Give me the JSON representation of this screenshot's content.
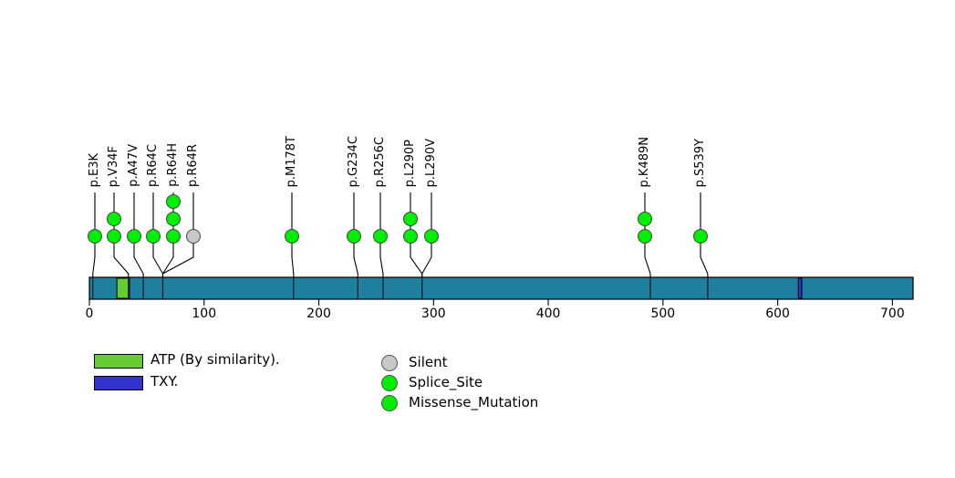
{
  "chart_data": {
    "type": "lollipop",
    "title": "",
    "xlabel": "",
    "ylabel": "",
    "xlim": [
      0,
      718
    ],
    "protein_length": 718,
    "axis_ticks": [
      0,
      100,
      200,
      300,
      400,
      500,
      600,
      700
    ],
    "grid": false,
    "protein_bar_color": "#1f7f9e",
    "domains": [
      {
        "name": "ATP",
        "legend": "ATP (By similarity).",
        "color": "#66cc33",
        "start": 24,
        "end": 35
      },
      {
        "name": "TXY",
        "legend": "TXY.",
        "color": "#3333cc",
        "start": 618,
        "end": 621
      }
    ],
    "mutations": [
      {
        "label": "p.E3K",
        "position": 3,
        "count": 1,
        "type": "Missense_Mutation",
        "color": "#00ee00"
      },
      {
        "label": "p.V34F",
        "position": 34,
        "count": 2,
        "type": "Missense_Mutation",
        "color": "#00ee00"
      },
      {
        "label": "p.A47V",
        "position": 47,
        "count": 1,
        "type": "Missense_Mutation",
        "color": "#00ee00"
      },
      {
        "label": "p.R64C",
        "position": 64,
        "count": 1,
        "type": "Missense_Mutation",
        "color": "#00ee00"
      },
      {
        "label": "p.R64H",
        "position": 64,
        "count": 3,
        "type": "Missense_Mutation",
        "color": "#00ee00"
      },
      {
        "label": "p.R64R",
        "position": 64,
        "count": 1,
        "type": "Silent",
        "color": "#c8c8c8"
      },
      {
        "label": "p.M178T",
        "position": 178,
        "count": 1,
        "type": "Missense_Mutation",
        "color": "#00ee00"
      },
      {
        "label": "p.G234C",
        "position": 234,
        "count": 1,
        "type": "Missense_Mutation",
        "color": "#00ee00"
      },
      {
        "label": "p.R256C",
        "position": 256,
        "count": 1,
        "type": "Missense_Mutation",
        "color": "#00ee00"
      },
      {
        "label": "p.L290P",
        "position": 290,
        "count": 2,
        "type": "Missense_Mutation",
        "color": "#00ee00"
      },
      {
        "label": "p.L290V",
        "position": 290,
        "count": 1,
        "type": "Missense_Mutation",
        "color": "#00ee00"
      },
      {
        "label": "p.K489N",
        "position": 489,
        "count": 2,
        "type": "Missense_Mutation",
        "color": "#00ee00"
      },
      {
        "label": "p.S539Y",
        "position": 539,
        "count": 1,
        "type": "Missense_Mutation",
        "color": "#00ee00"
      }
    ],
    "legend": {
      "domain_entries": [
        {
          "label": "ATP (By similarity).",
          "color": "#66cc33"
        },
        {
          "label": "TXY.",
          "color": "#3333cc"
        }
      ],
      "mutation_entries": [
        {
          "label": "Silent",
          "color": "#c8c8c8"
        },
        {
          "label": "Splice_Site",
          "color": "#00ee00"
        },
        {
          "label": "Missense_Mutation",
          "color": "#00ee00"
        }
      ]
    }
  }
}
